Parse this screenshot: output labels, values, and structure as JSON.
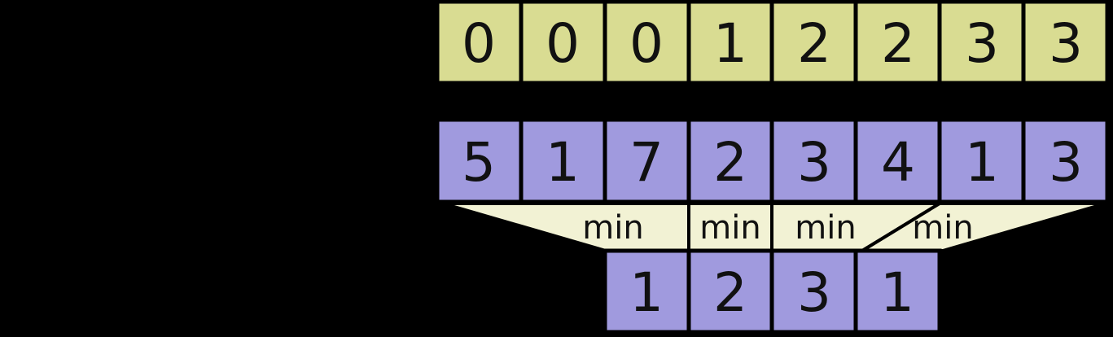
{
  "colors": {
    "background": "#000000",
    "block_index_fill": "#d9dc92",
    "array_fill": "#a09ade",
    "min_band_fill": "#f2f2d4",
    "border": "#000000",
    "text": "#111111"
  },
  "rows": {
    "block_indices": [
      "0",
      "0",
      "0",
      "1",
      "2",
      "2",
      "3",
      "3"
    ],
    "array": [
      "5",
      "1",
      "7",
      "2",
      "3",
      "4",
      "1",
      "3"
    ],
    "minima": [
      "1",
      "2",
      "3",
      "1"
    ]
  },
  "min_band": {
    "labels": [
      "min",
      "min",
      "min",
      "min"
    ]
  }
}
